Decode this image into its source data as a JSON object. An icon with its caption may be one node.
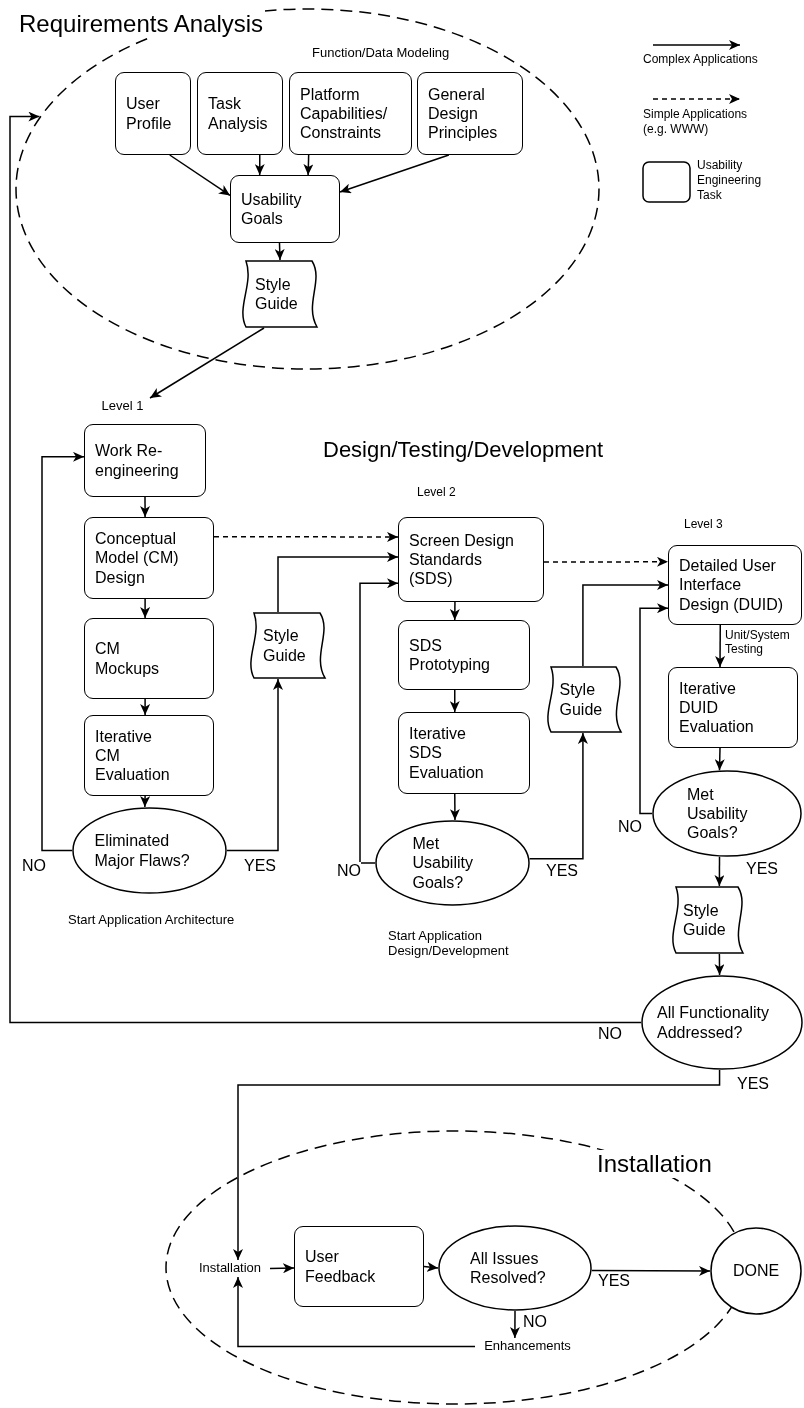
{
  "diagram": {
    "nodes": [
      {
        "text": [
          "Requirements Analysis",
          "Function/Data Modeling"
        ]
      },
      {
        "text": [
          "User Profile"
        ],
        "in": 0
      },
      {
        "text": [
          "Task Analysis"
        ],
        "in": 0
      },
      {
        "text": [
          "Platform Capabilities/ Constraints"
        ],
        "in": 0
      },
      {
        "text": [
          "General Design Principles"
        ],
        "in": 0
      },
      {
        "text": [
          "Usability Goals"
        ],
        "in": 0
      },
      {
        "text": [
          "Style Guide"
        ],
        "in": 0
      },
      {
        "text": [
          "Level 1"
        ]
      },
      {
        "text": [
          "Work Re-engineering"
        ]
      },
      {
        "text": [
          "Conceptual Model (CM) Design"
        ]
      },
      {
        "text": [
          "CM Mockups"
        ]
      },
      {
        "text": [
          "Iterative CM Evaluation"
        ]
      },
      {
        "text": [
          "Eliminated Major Flaws?"
        ]
      },
      {
        "text": [
          "Style Guide"
        ]
      },
      {
        "text": [
          "Screen Design Standards (SDS)"
        ]
      },
      {
        "text": [
          "SDS Prototyping"
        ]
      },
      {
        "text": [
          "Iterative SDS Evaluation"
        ]
      },
      {
        "text": [
          "Met Usability Goals?"
        ]
      },
      {
        "text": [
          "Style Guide"
        ]
      },
      {
        "text": [
          "Detailed User Interface Design (DUID)"
        ]
      },
      {
        "text": [
          "Iterative DUID Evaluation"
        ]
      },
      {
        "text": [
          "Met Usability Goals?"
        ]
      },
      {
        "text": [
          "Style Guide"
        ]
      },
      {
        "text": [
          "All Functionality Addressed?"
        ]
      },
      {
        "text": [
          "Installation"
        ]
      },
      {
        "text": [
          "Installation"
        ],
        "in": 24
      },
      {
        "text": [
          "User Feedback"
        ],
        "in": 24
      },
      {
        "text": [
          "All Issues Resolved?"
        ],
        "in": 24
      },
      {
        "text": [
          "DONE"
        ]
      },
      {
        "text": [
          "Enhancements"
        ],
        "in": 24
      }
    ],
    "edges": [
      {
        "from": 1,
        "to": 5,
        "arrow": "to"
      },
      {
        "from": 2,
        "to": 5,
        "arrow": "to"
      },
      {
        "from": 3,
        "to": 5,
        "arrow": "to"
      },
      {
        "from": 4,
        "to": 5,
        "arrow": "to"
      },
      {
        "from": 5,
        "to": 6,
        "arrow": "to"
      },
      {
        "from": 6,
        "to": 7,
        "arrow": "to"
      },
      {
        "from": 8,
        "to": 9,
        "arrow": "to"
      },
      {
        "from": 9,
        "to": 10,
        "arrow": "to"
      },
      {
        "from": 10,
        "to": 11,
        "arrow": "to"
      },
      {
        "from": 11,
        "to": 12,
        "arrow": "to"
      },
      {
        "from": 12,
        "to": 8,
        "arrow": "to",
        "label": "NO"
      },
      {
        "from": 12,
        "to": 13,
        "arrow": "to",
        "label": "YES"
      },
      {
        "from": 13,
        "to": 14,
        "arrow": "to"
      },
      {
        "from": 9,
        "to": 14,
        "arrow": "to",
        "style": "dashed"
      },
      {
        "from": 17,
        "to": 14,
        "arrow": "to",
        "label": "NO"
      },
      {
        "from": 14,
        "to": 15,
        "arrow": "to"
      },
      {
        "from": 15,
        "to": 16,
        "arrow": "to"
      },
      {
        "from": 16,
        "to": 17,
        "arrow": "to"
      },
      {
        "from": 17,
        "to": 18,
        "arrow": "to",
        "label": "YES"
      },
      {
        "from": 18,
        "to": 19,
        "arrow": "to"
      },
      {
        "from": 14,
        "to": 19,
        "arrow": "to",
        "style": "dashed"
      },
      {
        "from": 21,
        "to": 19,
        "arrow": "to",
        "label": "NO"
      },
      {
        "from": 19,
        "to": 20,
        "arrow": "to"
      },
      {
        "from": 20,
        "to": 21,
        "arrow": "to"
      },
      {
        "from": 21,
        "to": 22,
        "arrow": "to",
        "label": "YES"
      },
      {
        "from": 22,
        "to": 23,
        "arrow": "to"
      },
      {
        "from": 23,
        "to": 0,
        "arrow": "to",
        "label": "NO"
      },
      {
        "from": 23,
        "to": 25,
        "arrow": "to",
        "label": "YES"
      },
      {
        "from": 25,
        "to": 26,
        "arrow": "to"
      },
      {
        "from": 26,
        "to": 27,
        "arrow": "to"
      },
      {
        "from": 27,
        "to": 28,
        "arrow": "to",
        "label": "YES"
      },
      {
        "from": 27,
        "to": 29,
        "arrow": "to",
        "label": "NO"
      },
      {
        "from": 29,
        "to": 25,
        "arrow": "to"
      }
    ],
    "labels": [
      "Design/Testing/Development",
      "Level 2",
      "Level 3",
      "Unit/System Testing",
      "Start Application Architecture",
      "Start Application Design/Development"
    ],
    "legend": [
      {
        "text": "Complex Applications"
      },
      {
        "text": "Simple Applications (e.g. WWW)"
      },
      {
        "text": "Usability Engineering Task"
      }
    ]
  }
}
